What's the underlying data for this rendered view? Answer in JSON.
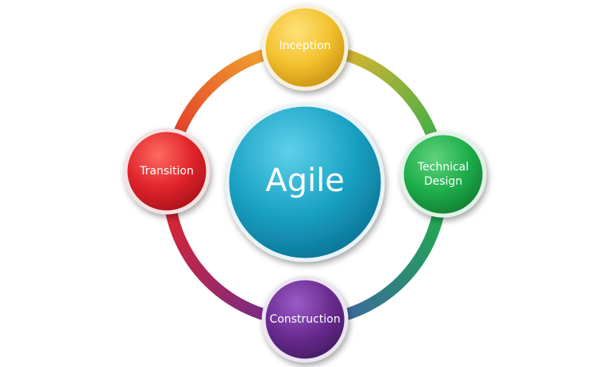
{
  "diagram": {
    "center": {
      "label": "Agile",
      "color": "#1aa2c4"
    },
    "nodes": [
      {
        "id": "inception",
        "lines": [
          "Inception"
        ],
        "color": "#f2c12e"
      },
      {
        "id": "technical-design",
        "lines": [
          "Technical",
          "Design"
        ],
        "color": "#1fae4a"
      },
      {
        "id": "construction",
        "lines": [
          "Construction"
        ],
        "color": "#6a2c91"
      },
      {
        "id": "transition",
        "lines": [
          "Transition"
        ],
        "color": "#e0242b"
      }
    ],
    "ring_colors": {
      "top": "#f2b52e",
      "right": "#1fae4a",
      "bottom": "#6a2c91",
      "left": "#e0242b"
    }
  }
}
